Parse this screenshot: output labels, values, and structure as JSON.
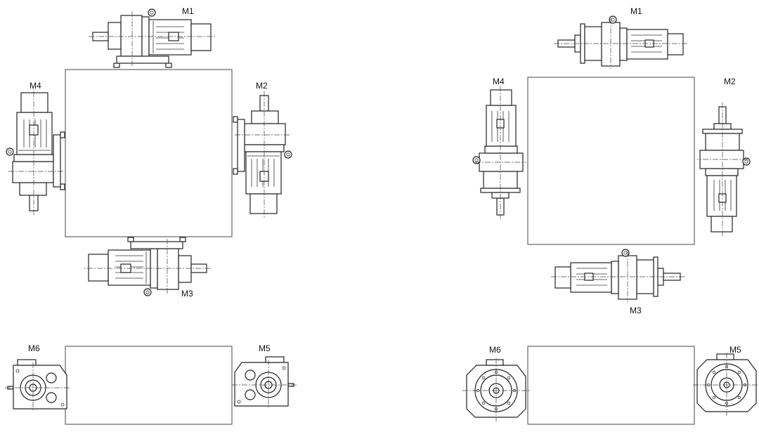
{
  "labels": {
    "m1": "M1",
    "m2": "M2",
    "m3": "M3",
    "m4": "M4",
    "m5": "M5",
    "m6": "M6"
  },
  "colors": {
    "line": "#222222",
    "background": "#ffffff"
  },
  "panels": [
    "foot-mounted",
    "flange-mounted"
  ]
}
